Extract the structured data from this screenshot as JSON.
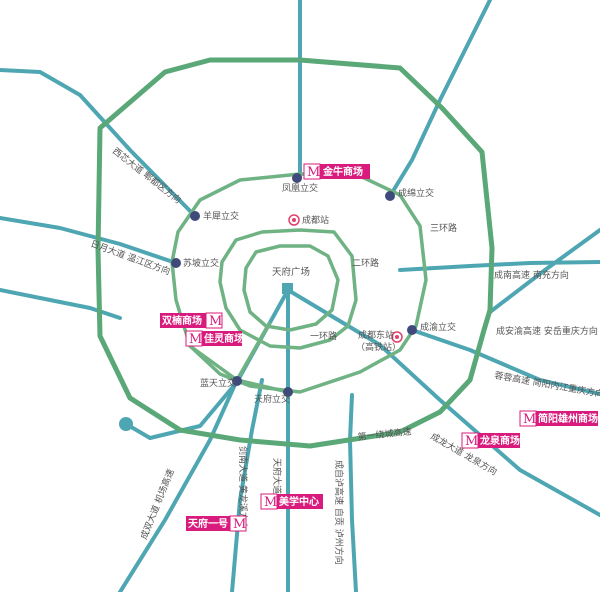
{
  "colors": {
    "ring": "#5aa878",
    "inner_ring": "#6fb283",
    "road": "#4ea6b3",
    "road_light": "#6fc1cc",
    "node": "#3f4a7a",
    "mall": "#d81b7c",
    "station": "#e0406a"
  },
  "center": {
    "label": "天府广场"
  },
  "rings": {
    "first": "一环路",
    "second": "二环路",
    "third": "三环路"
  },
  "interchanges": {
    "fenghuang": "凤凰立交",
    "chengmian": "成绵立交",
    "yangxi": "羊犀立交",
    "supo": "苏坡立交",
    "chengyu": "成渝立交",
    "lantian": "蓝天立交",
    "tianfu": "天府立交"
  },
  "stations": {
    "chengdu": "成都站",
    "chengdu_east": "成都东站",
    "chengdu_east_sub": "（高铁站）"
  },
  "roads": {
    "xiwu": "西芯大道 郫都区方向",
    "riyue": "日月大道 温江区方向",
    "chengnan": "成南高速 南充方向",
    "chengan": "成安渝高速 安岳重庆方向",
    "chengrong": "蓉蓉高速 简阳内江重庆方向",
    "chenglong": "成龙大道 龙泉方向",
    "first_ring_city": "第一绕城高速",
    "chengzi": "成自泸高速 自贡 泸州方向",
    "tianfu_ave": "天府大道",
    "jiannan": "剑南大道 黄龙溪方向",
    "shuangliu": "成双大道 机场高速"
  },
  "malls": {
    "jinniu": "金牛商场",
    "shuangnan": "双楠商场",
    "jialing": "佳灵商场",
    "longquan": "龙泉商场",
    "jianyang": "简阳雄州商场",
    "meixue": "美学中心",
    "tianfu1": "天府一号"
  },
  "mall_marker": "M"
}
